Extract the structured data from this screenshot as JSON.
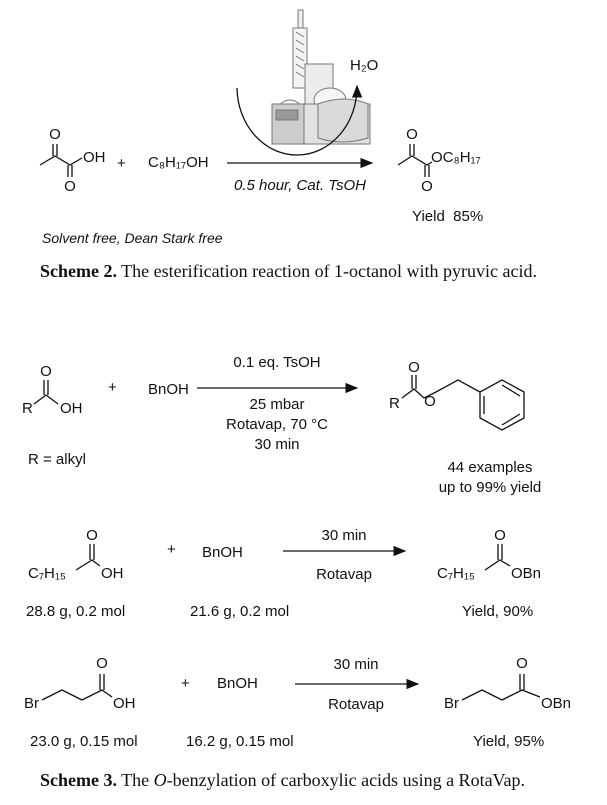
{
  "scheme2": {
    "reactant1_oh": "OH",
    "reactant1_o_top": "O",
    "reactant1_o_bottom": "O",
    "plus": "+",
    "reactant2": "C₈H₁₇OH",
    "conditions": "0.5 hour, Cat. TsOH",
    "byproduct": "H₂O",
    "product_oc8h17": "OC₈H₁₇",
    "product_o_top": "O",
    "product_o_bottom": "O",
    "yield": "Yield  85%",
    "note": "Solvent free, Dean Stark free",
    "caption_label": "Scheme 2.",
    "caption_text": " The esterification reaction of 1-octanol with pyruvic acid."
  },
  "scheme3": {
    "general": {
      "r": "R",
      "oh": "OH",
      "o": "O",
      "plus": "+",
      "reagent": "BnOH",
      "above_arrow": "0.1 eq. TsOH",
      "below_arrow": [
        "25 mbar",
        "Rotavap, 70 °C",
        "30 min"
      ],
      "r_def": "R = alkyl",
      "product_r": "R",
      "product_o_top": "O",
      "product_o_ester": "O",
      "examples": "44 examples",
      "yield": "up to 99% yield"
    },
    "example1": {
      "chain": "C₇H₁₅",
      "oh": "OH",
      "o": "O",
      "plus": "+",
      "reagent": "BnOH",
      "above_arrow": "30 min",
      "below_arrow": "Rotavap",
      "product_chain": "C₇H₁₅",
      "product_o": "O",
      "product_obn": "OBn",
      "amount1": "28.8 g, 0.2 mol",
      "amount2": "21.6 g, 0.2 mol",
      "yield": "Yield, 90%"
    },
    "example2": {
      "br": "Br",
      "oh": "OH",
      "o": "O",
      "plus": "+",
      "reagent": "BnOH",
      "above_arrow": "30 min",
      "below_arrow": "Rotavap",
      "product_br": "Br",
      "product_o": "O",
      "product_obn": "OBn",
      "amount1": "23.0 g, 0.15 mol",
      "amount2": "16.2 g, 0.15 mol",
      "yield": "Yield, 95%"
    },
    "caption_label": "Scheme 3.",
    "caption_text_1": " The ",
    "caption_italic": "O",
    "caption_text_2": "-benzylation of carboxylic acids using a RotaVap."
  }
}
